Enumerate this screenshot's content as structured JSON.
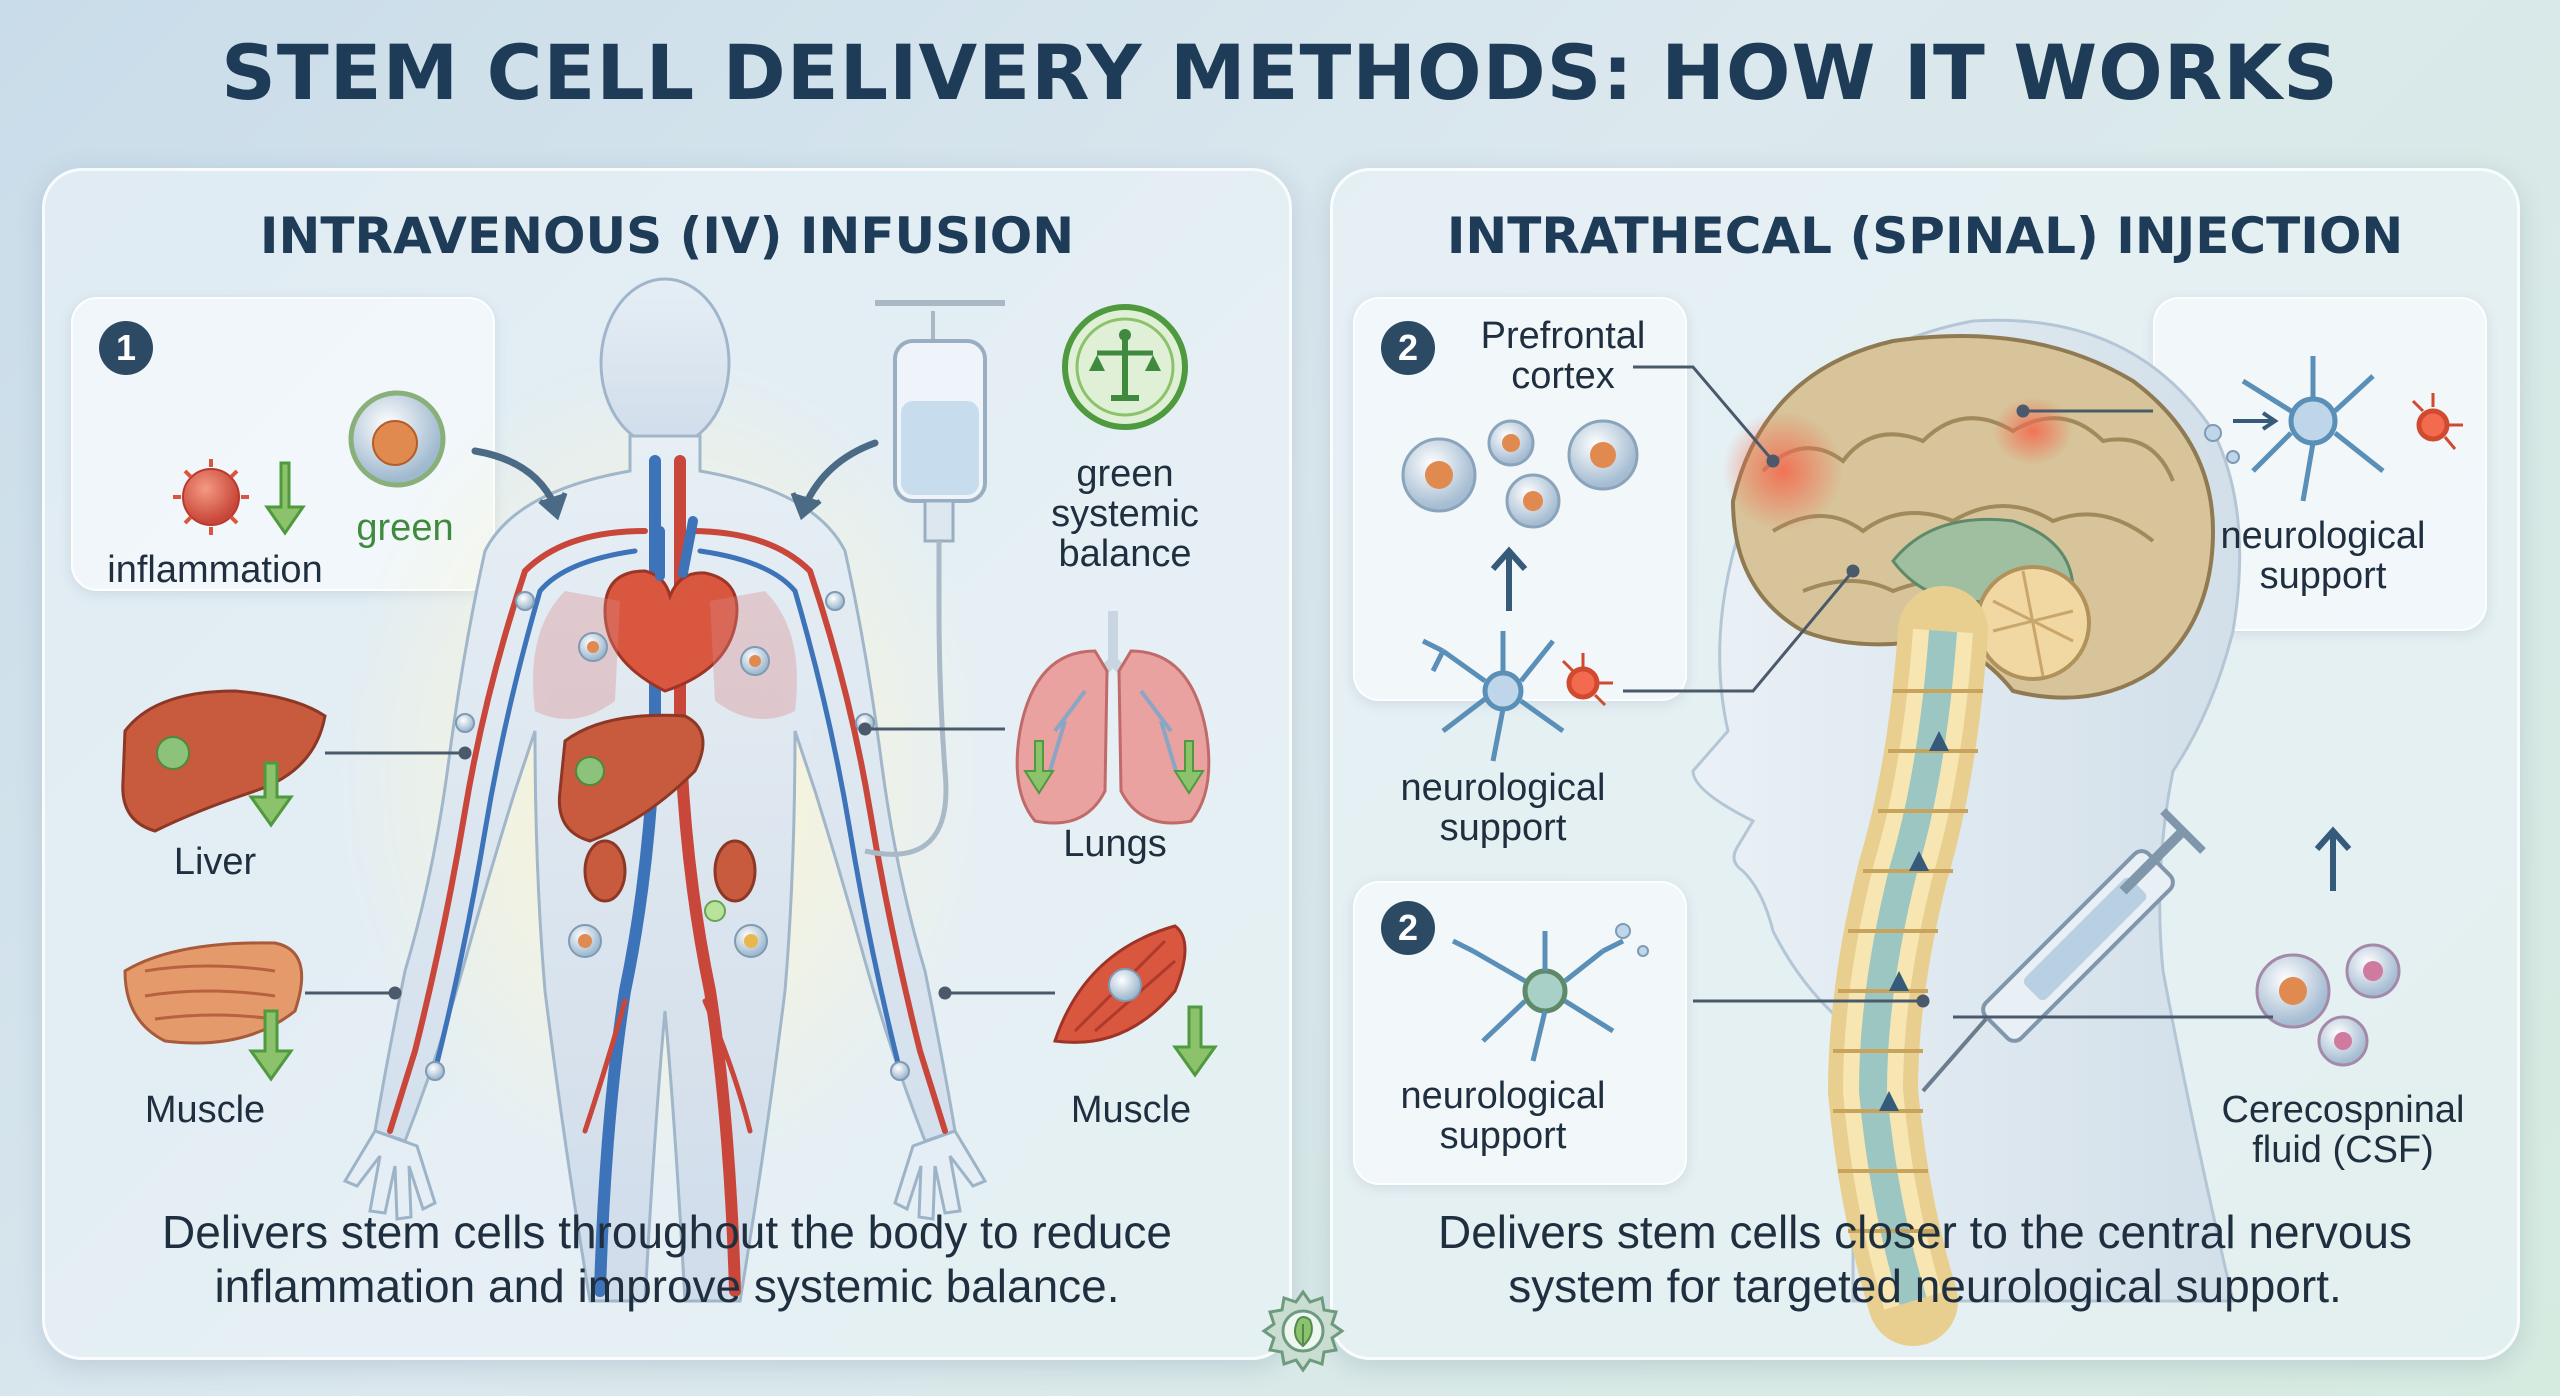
{
  "title": "STEM CELL DELIVERY METHODS: HOW IT WORKS",
  "left_panel": {
    "heading": "INTRAVENOUS (IV) INFUSION",
    "step_number": "1",
    "labels": {
      "inflammation": "inflammation",
      "green": "green",
      "balance_line1": "green",
      "balance_line2": "systemic",
      "balance_line3": "balance",
      "liver": "Liver",
      "lungs": "Lungs",
      "muscle_left": "Muscle",
      "muscle_right": "Muscle"
    },
    "description_line1": "Delivers stem cells throughout the body to reduce",
    "description_line2": "inflammation and improve systemic balance."
  },
  "right_panel": {
    "heading": "INTRATHECAL (SPINAL) INJECTION",
    "step_number_top": "2",
    "step_number_bottom": "2",
    "labels": {
      "prefrontal_line1": "Prefrontal",
      "prefrontal_line2": "cortex",
      "neuro_mid_line1": "neurological",
      "neuro_mid_line2": "support",
      "neuro_bottom_line1": "neurological",
      "neuro_bottom_line2": "support",
      "neuro_top_right_line1": "neurological",
      "neuro_top_right_line2": "support",
      "csf_line1": "Cerecospninal",
      "csf_line2": "fluid (CSF)"
    },
    "description_line1": "Delivers stem cells closer to the central nervous",
    "description_line2": "system for targeted neurological support."
  },
  "colors": {
    "title": "#1e3b57",
    "artery": "#c9473a",
    "vein": "#3d73b8",
    "accent_green": "#3f8a3f"
  },
  "icons": [
    "balance-scale-icon",
    "iv-bag-icon",
    "heart-icon",
    "liver-icon",
    "lungs-icon",
    "muscle-icon",
    "stem-cell-icon",
    "neuron-icon",
    "brain-icon",
    "spine-icon",
    "syringe-icon",
    "leaf-gear-icon"
  ]
}
